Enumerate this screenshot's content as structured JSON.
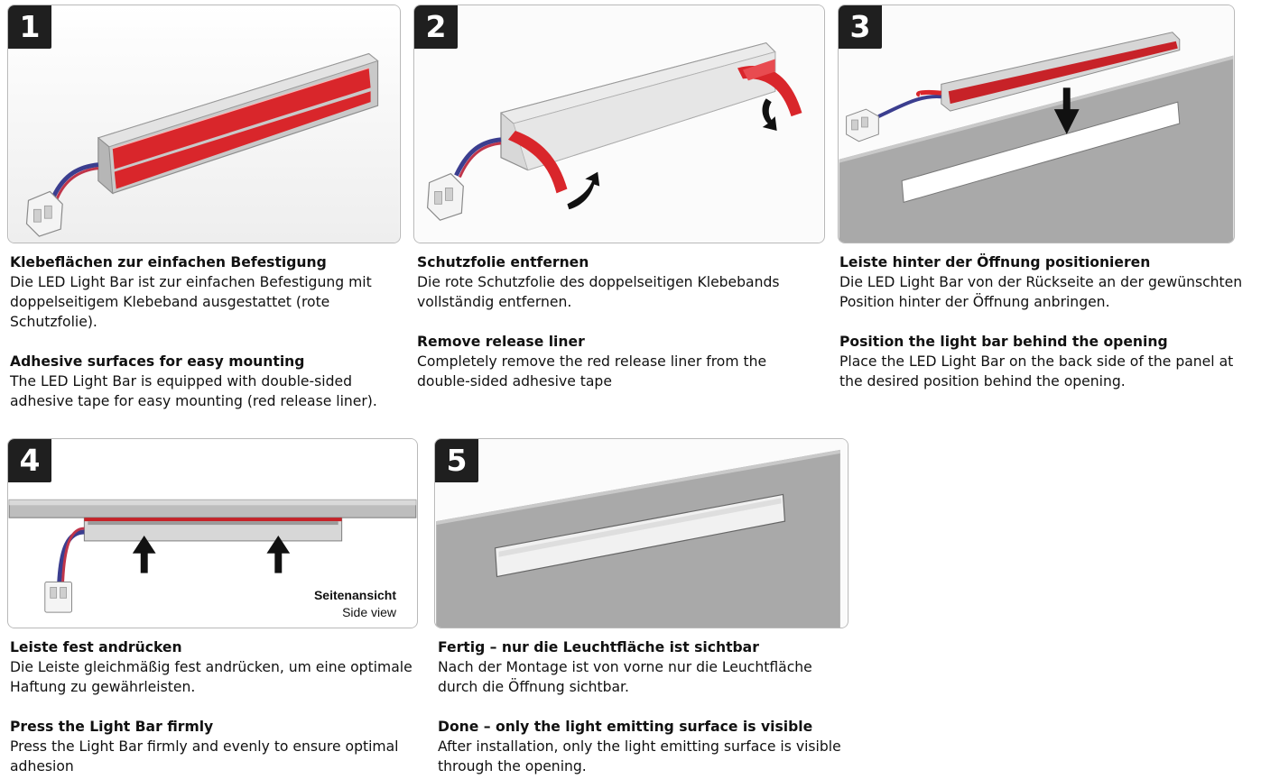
{
  "steps": [
    {
      "number": "1",
      "de_title": "Klebeflächen zur einfachen Befestigung",
      "de_text": "Die LED Light Bar ist zur einfachen Befestigung mit doppelseitigem Klebeband ausgestattet (rote Schutzfolie).",
      "en_title": "Adhesive surfaces for easy mounting",
      "en_text": "The LED Light Bar is equipped with double-sided adhesive tape for easy mounting (red release liner)."
    },
    {
      "number": "2",
      "de_title": "Schutzfolie entfernen",
      "de_text": "Die rote Schutzfolie des doppelseitigen Klebebands vollständig entfernen.",
      "en_title": "Remove release liner",
      "en_text": "Completely remove the red release liner from the double-sided adhesive tape"
    },
    {
      "number": "3",
      "de_title": "Leiste hinter der Öffnung positionieren",
      "de_text": "Die LED Light Bar von der Rückseite an der gewünschten Position hinter der Öffnung anbringen.",
      "en_title": "Position the light bar behind the opening",
      "en_text": "Place the LED Light Bar on the back side of the panel at the desired position behind the opening."
    },
    {
      "number": "4",
      "de_title": "Leiste fest andrücken",
      "de_text": "Die Leiste gleichmäßig fest andrücken, um eine optimale Haftung zu gewährleisten.",
      "en_title": "Press the Light Bar firmly",
      "en_text": "Press the Light Bar firmly and evenly to ensure optimal adhesion",
      "view_label_de": "Seitenansicht",
      "view_label_en": "Side view"
    },
    {
      "number": "5",
      "de_title": "Fertig – nur die Leuchtfläche ist sichtbar",
      "de_text": "Nach der Montage ist von vorne nur die Leuchtfläche durch die Öffnung sichtbar.",
      "en_title": "Done – only the light emitting surface is visible",
      "en_text": "After installation, only the light emitting surface is visible through the opening."
    }
  ],
  "colors": {
    "badge": "#1f1f1f",
    "liner_red": "#d9262b",
    "panel_gray": "#a9a9a9",
    "border": "#b9b9b9"
  }
}
